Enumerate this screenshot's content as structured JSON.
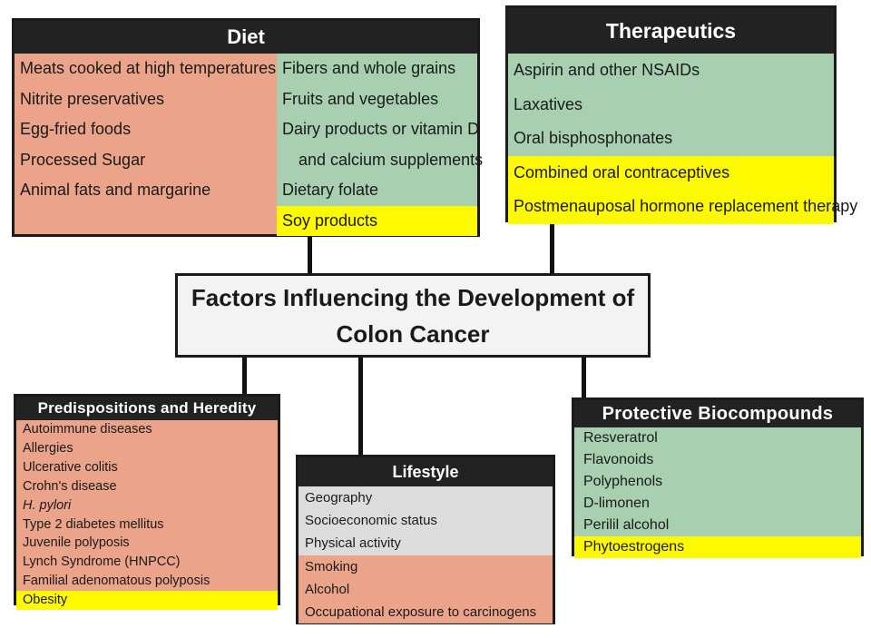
{
  "title": {
    "line1": "Factors Influencing the Development of",
    "line2": "Colon Cancer"
  },
  "diet": {
    "header": "Diet",
    "risk": [
      "Meats cooked at high temperatures",
      "Nitrite preservatives",
      "Egg-fried foods",
      "Processed Sugar",
      "Animal fats and margarine"
    ],
    "protective": [
      "Fibers and whole grains",
      "Fruits and vegetables",
      "Dairy products or vitamin D",
      "and calcium supplements",
      "Dietary folate"
    ],
    "mixed": [
      "Soy products"
    ]
  },
  "therapeutics": {
    "header": "Therapeutics",
    "protective": [
      "Aspirin and other NSAIDs",
      "Laxatives",
      "Oral bisphosphonates"
    ],
    "mixed": [
      "Combined oral contraceptives",
      "Postmenauposal hormone replacement therapy"
    ]
  },
  "predispositions": {
    "header": "Predispositions and Heredity",
    "risk": [
      "Autoimmune diseases",
      "Allergies",
      "Ulcerative colitis",
      "Crohn's disease",
      "H. pylori",
      "Type 2 diabetes mellitus",
      "Juvenile polyposis",
      "Lynch Syndrome (HNPCC)",
      "Familial adenomatous polyposis"
    ],
    "mixed": [
      "Obesity"
    ]
  },
  "lifestyle": {
    "header": "Lifestyle",
    "neutral": [
      "Geography",
      "Socioeconomic status",
      "Physical activity"
    ],
    "risk": [
      "Smoking",
      "Alcohol",
      "Occupational exposure to carcinogens"
    ]
  },
  "protective_biocompounds": {
    "header": "Protective Biocompounds",
    "protective": [
      "Resveratrol",
      "Flavonoids",
      "Polyphenols",
      "D-limonen",
      "Perilil alcohol"
    ],
    "mixed": [
      "Phytoestrogens"
    ]
  },
  "colors": {
    "risk": "#eba38a",
    "protective": "#a7cfb0",
    "mixed": "#fdf900",
    "neutral": "#dcdcdc",
    "header": "#222222"
  }
}
